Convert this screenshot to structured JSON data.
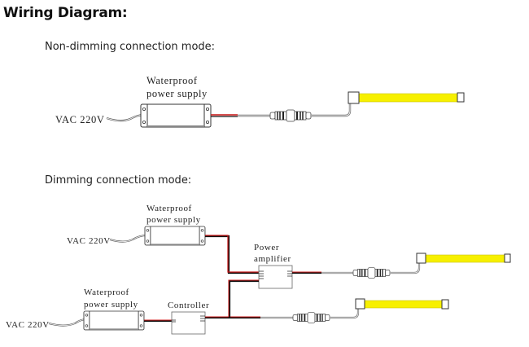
{
  "title": "Wiring Diagram:",
  "sections": {
    "non_dimming": {
      "heading": "Non-dimming connection mode:",
      "input_label": "VAC 220V",
      "power_supply_label_line1": "Waterproof",
      "power_supply_label_line2": "power supply"
    },
    "dimming": {
      "heading": "Dimming connection mode:",
      "upper_input_label": "VAC 220V",
      "upper_power_supply_line1": "Waterproof",
      "upper_power_supply_line2": "power supply",
      "amplifier_line1": "Power",
      "amplifier_line2": "amplifier",
      "lower_input_label": "VAC 220V",
      "lower_power_supply_line1": "Waterproof",
      "lower_power_supply_line2": "power supply",
      "controller_label": "Controller"
    }
  },
  "colors": {
    "led_light": "#f7f000",
    "wire_red": "#c81414",
    "wire_black": "#111111",
    "outline": "#333333",
    "cable": "#888888"
  }
}
